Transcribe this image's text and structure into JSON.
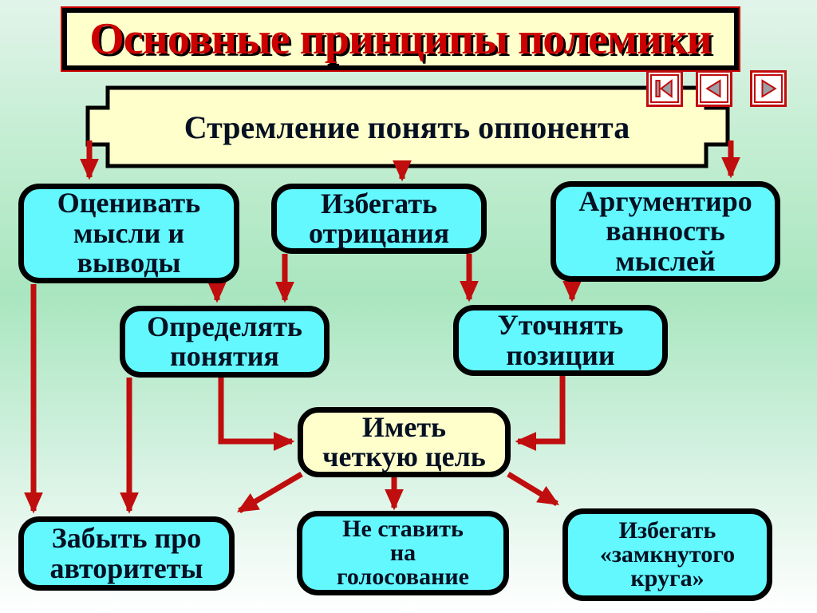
{
  "slide": {
    "title": "Основные принципы полемики"
  },
  "banner": {
    "text": "Стремление понять оппонента"
  },
  "nav_buttons": [
    {
      "id": "go-first-slide",
      "glyph": "bar-left-triangle"
    },
    {
      "id": "go-previous-slide",
      "glyph": "left-triangle"
    },
    {
      "id": "go-next-slide",
      "glyph": "right-triangle"
    }
  ],
  "nodes": [
    {
      "id": "ocenivat-mysli",
      "text": "Оценивать\nмысли и\nвыводы",
      "fill": "#62f8fe"
    },
    {
      "id": "izbegat-otricaniya",
      "text": "Избегать\nотрицания",
      "fill": "#62f8fe"
    },
    {
      "id": "argumentirovannost",
      "text": "Аргументиро\nванность\nмыслей",
      "fill": "#62f8fe"
    },
    {
      "id": "opredelyat-ponyatiya",
      "text": "Определять\nпонятия",
      "fill": "#62f8fe"
    },
    {
      "id": "utochnyat-pozicii",
      "text": "Уточнять\nпозиции",
      "fill": "#62f8fe"
    },
    {
      "id": "imet-chetkuyu-cel",
      "text": "Иметь\nчеткую цель",
      "fill": "#ffffcc"
    },
    {
      "id": "zabyt-pro-avtoritety",
      "text": "Забыть про\nавторитеты",
      "fill": "#62f8fe"
    },
    {
      "id": "ne-stavit-na-golosovanie",
      "text": "Не ставить\nна\nголосование",
      "fill": "#62f8fe"
    },
    {
      "id": "izbegat-zamknutogo-kruga",
      "text": "Избегать\n«замкнутого\nкруга»",
      "fill": "#62f8fe"
    }
  ],
  "colors": {
    "arrow_red": "#c00d0d",
    "title_red": "#cc0000",
    "node_cyan": "#62f8fe",
    "cream": "#ffffcc",
    "outline_black": "#000000",
    "background_green": "#a9e6bf"
  }
}
